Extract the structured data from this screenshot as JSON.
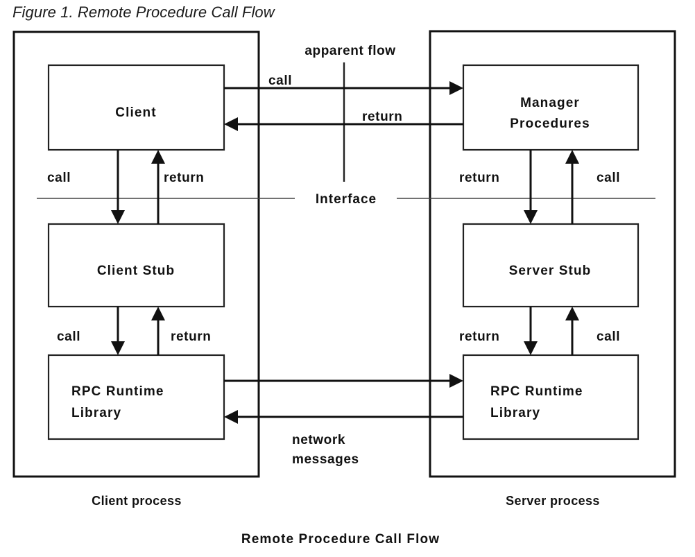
{
  "figure": {
    "title": "Figure 1. Remote Procedure Call Flow",
    "caption": "Remote Procedure Call Flow"
  },
  "diagram": {
    "type": "flow-diagram",
    "boxes": {
      "client": "Client",
      "client_stub": "Client Stub",
      "client_runtime_line1": "RPC Runtime",
      "client_runtime_line2": "Library",
      "manager_line1": "Manager",
      "manager_line2": "Procedures",
      "server_stub": "Server Stub",
      "server_runtime_line1": "RPC Runtime",
      "server_runtime_line2": "Library"
    },
    "processes": {
      "client": "Client process",
      "server": "Server process"
    },
    "annotations": {
      "apparent_flow": "apparent flow",
      "interface": "Interface",
      "network_messages_line1": "network",
      "network_messages_line2": "messages"
    },
    "edges": {
      "apparent_call": "call",
      "apparent_return": "return",
      "client_to_stub_call": "call",
      "client_to_stub_return": "return",
      "stub_to_runtime_call": "call",
      "stub_to_runtime_return": "return",
      "manager_to_stub_return": "return",
      "manager_to_stub_call": "call",
      "serverstub_to_runtime_return": "return",
      "serverstub_to_runtime_call": "call"
    },
    "colors": {
      "ink": "#111111",
      "box_stroke": "#222222",
      "background": "#ffffff",
      "title_ink": "#1a1a1a"
    }
  }
}
